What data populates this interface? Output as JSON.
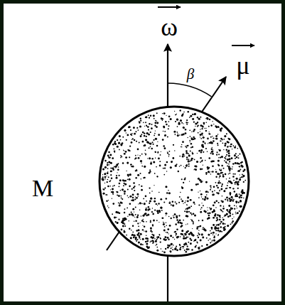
{
  "diagram": {
    "labels": [
      "ω",
      "μ",
      "β",
      "M"
    ]
  }
}
